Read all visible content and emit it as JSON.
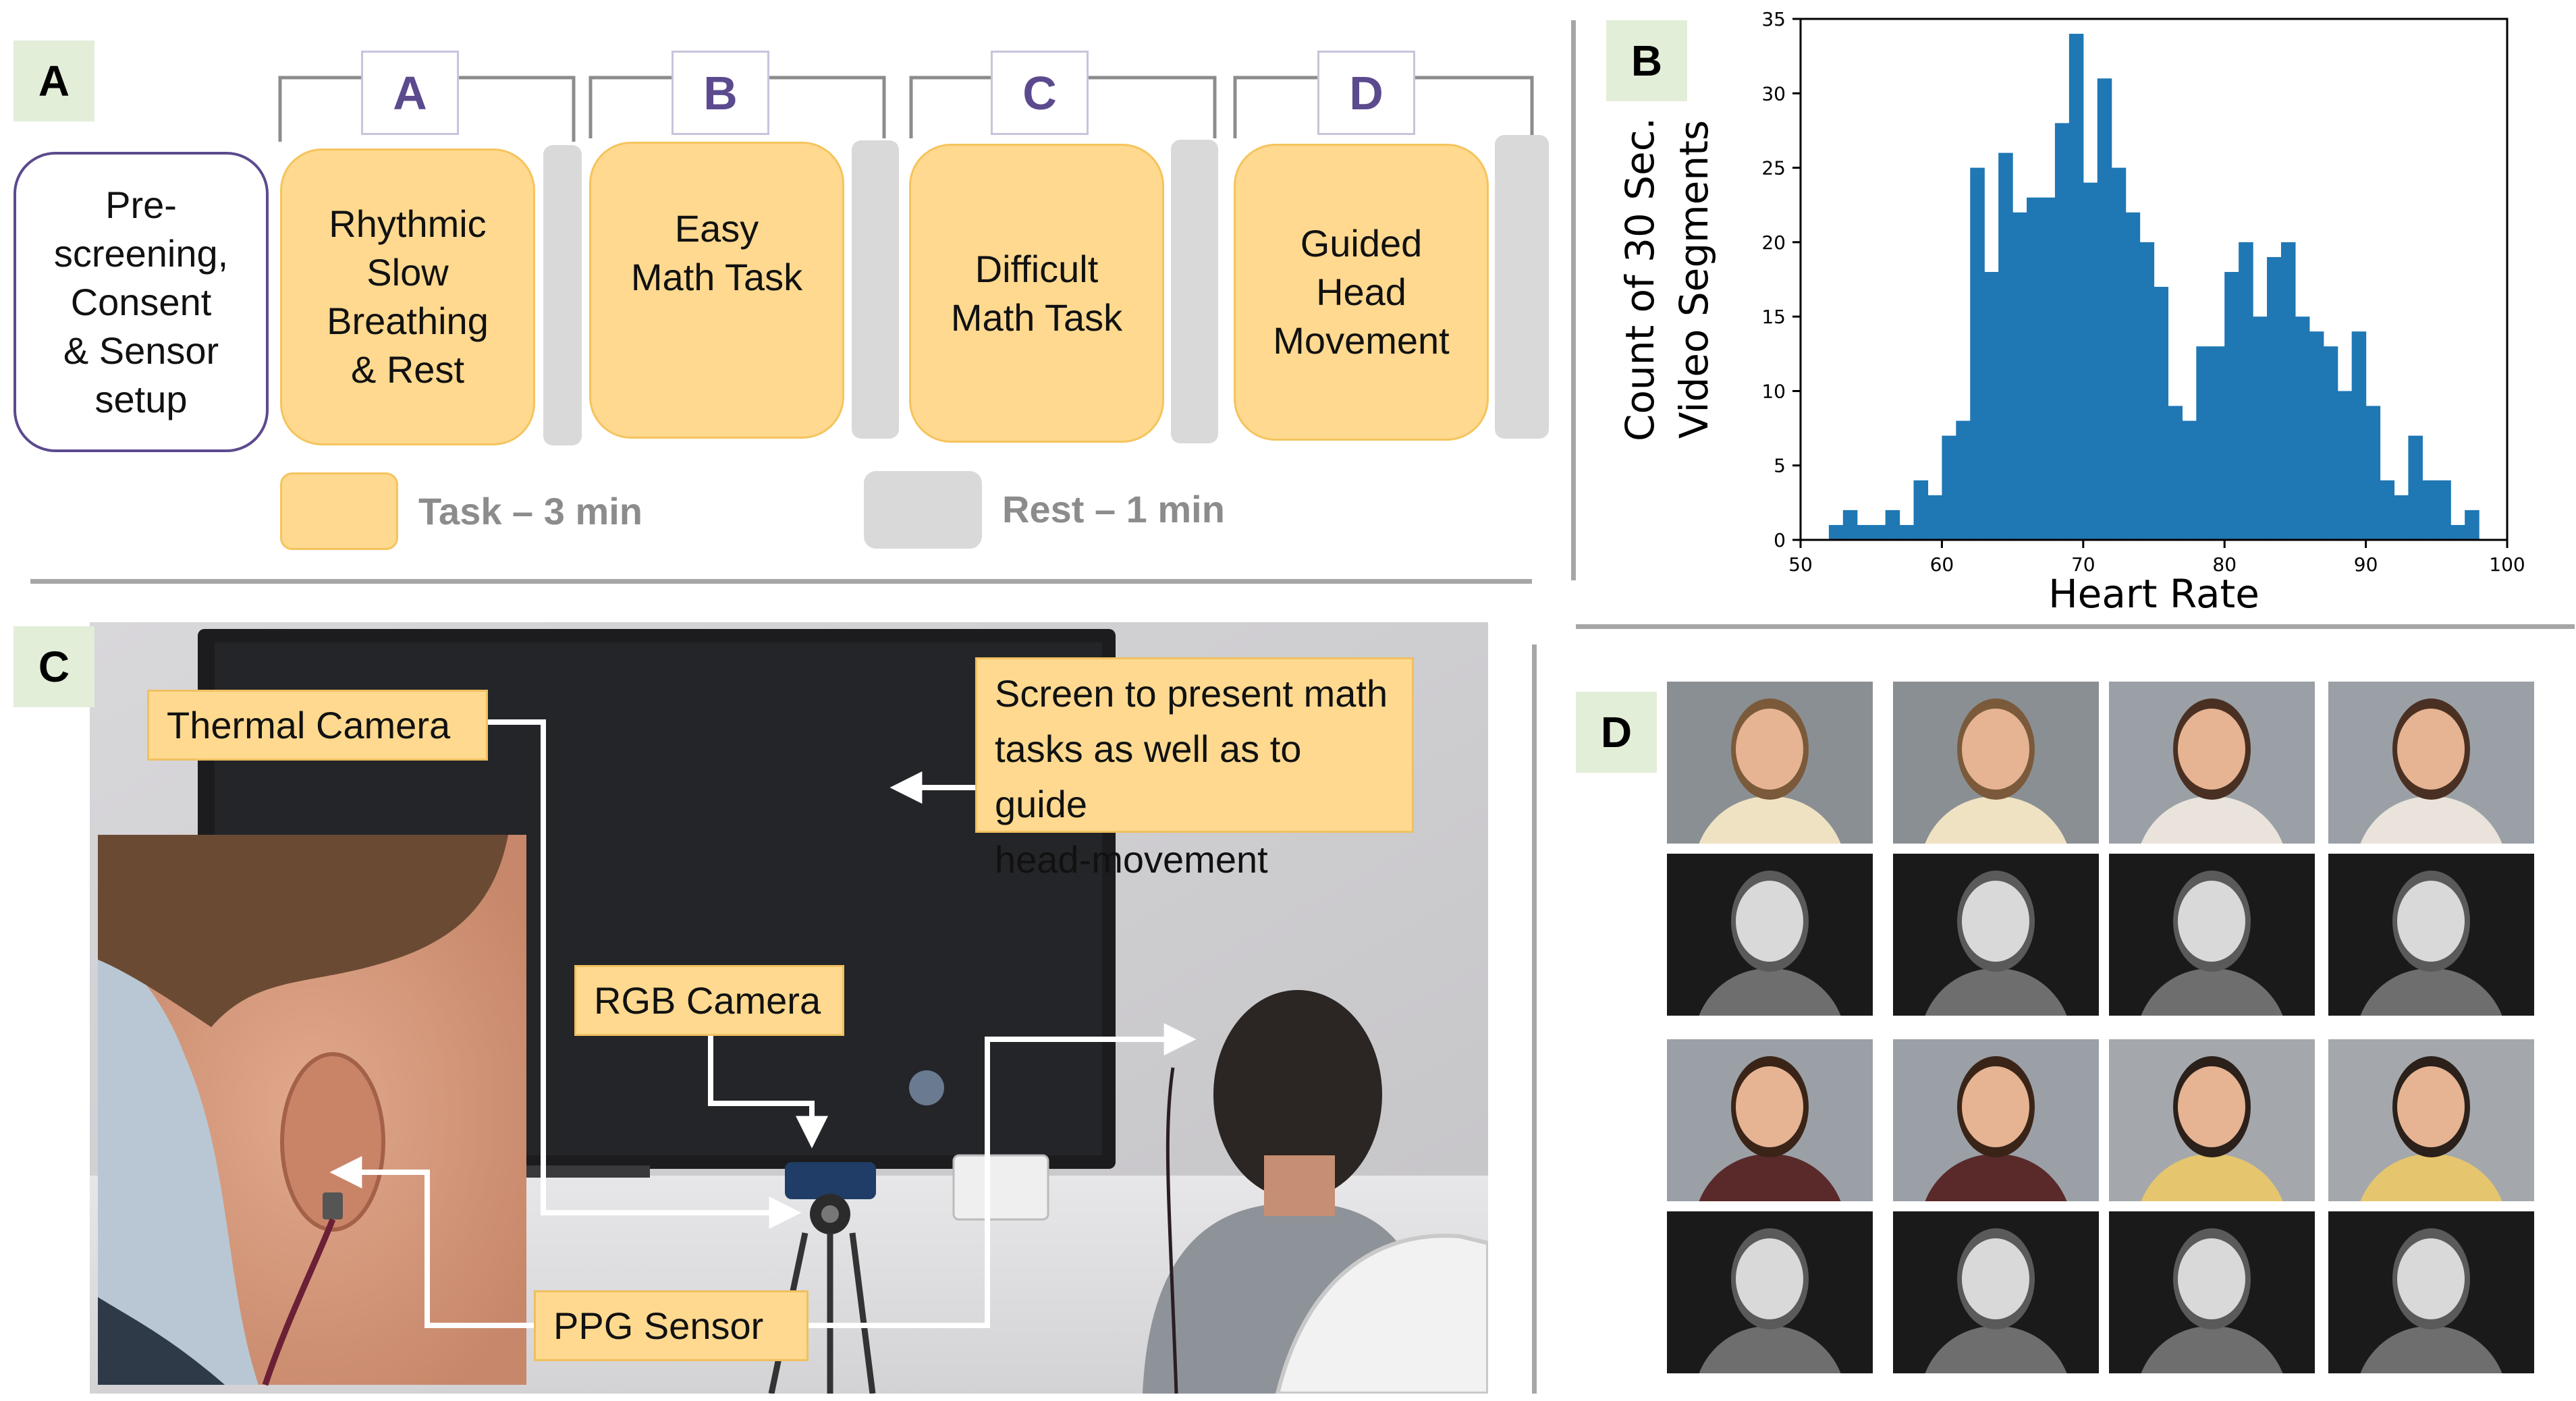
{
  "panels": {
    "a": "A",
    "b": "B",
    "c": "C",
    "d": "D"
  },
  "protocol": {
    "start_box": [
      "Pre-",
      "screening,",
      "Consent",
      "& Sensor",
      "setup"
    ],
    "stages": [
      {
        "label": "A",
        "task": [
          "Rhythmic",
          "Slow",
          "Breathing",
          "& Rest"
        ]
      },
      {
        "label": "B",
        "task": [
          "Easy",
          "Math Task"
        ]
      },
      {
        "label": "C",
        "task": [
          "Difficult",
          "Math Task"
        ]
      },
      {
        "label": "D",
        "task": [
          "Guided",
          "Head",
          "Movement"
        ]
      }
    ],
    "legend": {
      "task": "Task – 3 min",
      "rest": "Rest – 1 min"
    },
    "colors": {
      "task_fill": "#fed98f",
      "rest_fill": "#d9d9d9",
      "stage_label_text": "#5c4a8e"
    }
  },
  "setup_photo": {
    "callouts": {
      "thermal": "Thermal Camera",
      "screen": [
        "Screen to present math",
        "tasks as well as to guide",
        "head-movement"
      ],
      "rgb": "RGB Camera",
      "ppg": "PPG Sensor"
    }
  },
  "chart_data": {
    "type": "bar",
    "title": "",
    "xlabel": "Heart Rate",
    "ylabel": [
      "Count of 30 Sec.",
      "Video Segments"
    ],
    "xlim": [
      50,
      100
    ],
    "ylim": [
      0,
      35
    ],
    "xticks": [
      50,
      60,
      70,
      80,
      90,
      100
    ],
    "yticks": [
      0,
      5,
      10,
      15,
      20,
      25,
      30,
      35
    ],
    "bin_width": 1,
    "bin_starts": [
      52,
      53,
      54,
      55,
      56,
      57,
      58,
      59,
      60,
      61,
      62,
      63,
      64,
      65,
      66,
      67,
      68,
      69,
      70,
      71,
      72,
      73,
      74,
      75,
      76,
      77,
      78,
      79,
      80,
      81,
      82,
      83,
      84,
      85,
      86,
      87,
      88,
      89,
      90,
      91,
      92,
      93,
      94,
      95,
      96,
      97
    ],
    "values": [
      1,
      2,
      1,
      1,
      2,
      1,
      4,
      3,
      7,
      8,
      25,
      18,
      26,
      22,
      23,
      23,
      28,
      34,
      24,
      31,
      25,
      22,
      20,
      17,
      9,
      8,
      13,
      13,
      18,
      20,
      15,
      19,
      20,
      15,
      14,
      13,
      10,
      14,
      9,
      4,
      3,
      7,
      4,
      4,
      1,
      2
    ],
    "color": "#1f77b4",
    "grid": false
  },
  "subjects_grid": {
    "note_visible_text": ""
  }
}
